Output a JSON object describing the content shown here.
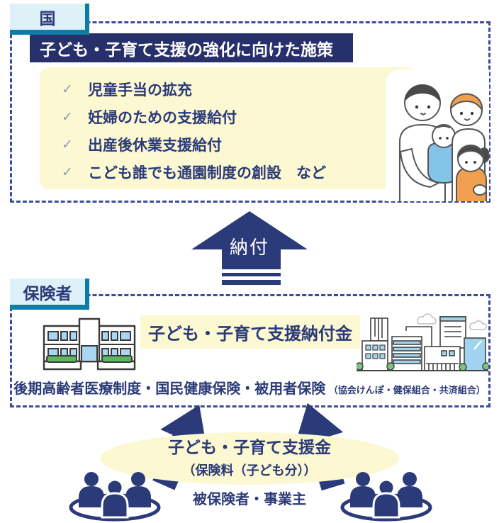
{
  "colors": {
    "navy": "#2b3a78",
    "header_bg": "#27306a",
    "dashed_border": "#3d4b9b",
    "label_edge_teal": "#0e7da6",
    "label_bg": "#def1f8",
    "pale_yellow": "#fbf8d2"
  },
  "national": {
    "label": "国",
    "header": "子ども・子育て支援の強化に向けた施策",
    "check": "✓",
    "items": [
      "児童手当の拡充",
      "妊婦のための支援給付",
      "出産後休業支援給付",
      "こども誰でも通園制度の創設　など"
    ]
  },
  "payment_arrow": {
    "label": "納付"
  },
  "insurer": {
    "label": "保険者",
    "levy_title": "子ども・子育て支援納付金",
    "systems": "後期高齢者医療制度・国民健康保険・被用者保険",
    "systems_note": "（協会けんぽ・健保組合・共済組合）"
  },
  "fund": {
    "title": "子ども・子育て支援金",
    "subtitle": "（保険料（子ども分））",
    "payers": "被保険者・事業主"
  }
}
